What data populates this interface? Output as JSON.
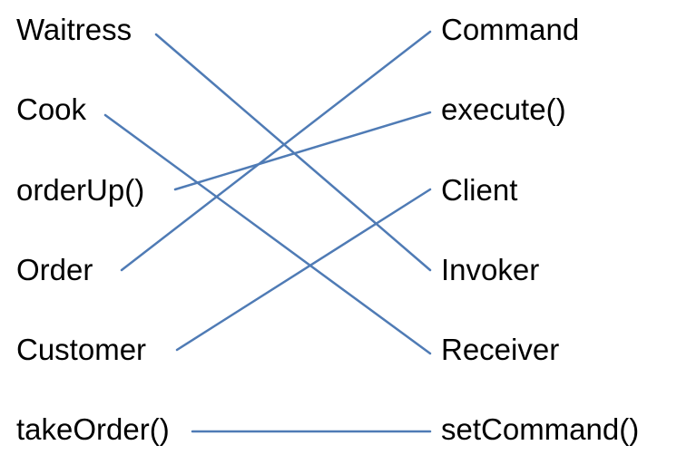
{
  "line_color": "#4f7bb5",
  "left_terms": [
    {
      "id": "waitress",
      "label": "Waitress"
    },
    {
      "id": "cook",
      "label": "Cook"
    },
    {
      "id": "order-up",
      "label": "orderUp()"
    },
    {
      "id": "order",
      "label": "Order"
    },
    {
      "id": "customer",
      "label": "Customer"
    },
    {
      "id": "take-order",
      "label": "takeOrder()"
    }
  ],
  "right_terms": [
    {
      "id": "command",
      "label": "Command"
    },
    {
      "id": "execute",
      "label": "execute()"
    },
    {
      "id": "client",
      "label": "Client"
    },
    {
      "id": "invoker",
      "label": "Invoker"
    },
    {
      "id": "receiver",
      "label": "Receiver"
    },
    {
      "id": "set-command",
      "label": "setCommand()"
    }
  ],
  "matches": [
    {
      "from": "Waitress",
      "to": "Invoker"
    },
    {
      "from": "Cook",
      "to": "Receiver"
    },
    {
      "from": "orderUp()",
      "to": "execute()"
    },
    {
      "from": "Order",
      "to": "Command"
    },
    {
      "from": "Customer",
      "to": "Client"
    },
    {
      "from": "takeOrder()",
      "to": "setCommand()"
    }
  ]
}
